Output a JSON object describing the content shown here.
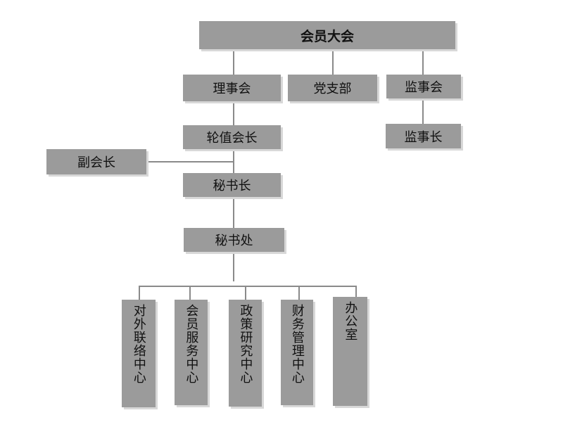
{
  "nodes": {
    "assembly": "会员大会",
    "board": "理事会",
    "party": "党支部",
    "supervisory_board": "监事会",
    "supervisor": "监事长",
    "rotating_president": "轮值会长",
    "vice_president": "副会长",
    "secretary_general": "秘书长",
    "secretariat": "秘书处",
    "centers": [
      "对外联络中心",
      "会员服务中心",
      "政策研究中心",
      "财务管理中心",
      "办公室"
    ]
  }
}
